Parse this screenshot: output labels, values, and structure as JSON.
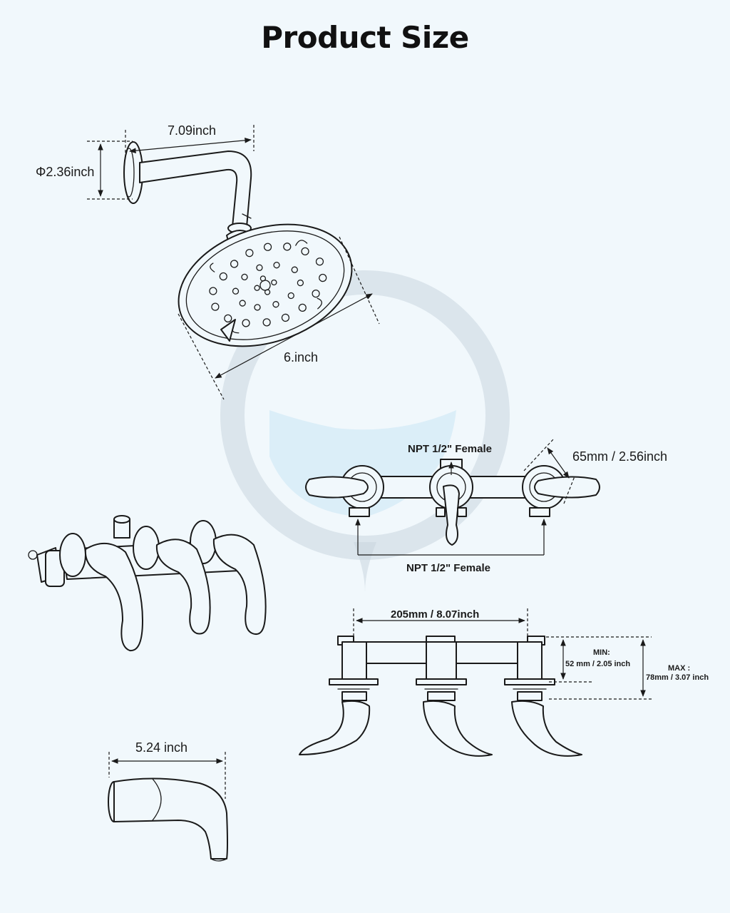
{
  "title": "Product Size",
  "shower_arm": {
    "length_label": "7.09inch",
    "flange_label": "Φ2.36inch"
  },
  "shower_head": {
    "diameter_label": "6.inch"
  },
  "valve_top": {
    "inlet_label": "NPT 1/2\" Female",
    "outlet_label": "NPT 1/2\" Female",
    "handle_label": "65mm / 2.56inch"
  },
  "valve_front": {
    "spacing_label": "205mm / 8.07inch",
    "min_label": "MIN:",
    "min_value": "52 mm / 2.05 inch",
    "max_label": "MAX :",
    "max_value": "78mm / 3.07 inch"
  },
  "spout": {
    "length_label": "5.24 inch"
  },
  "colors": {
    "background": "#f1f8fc",
    "line": "#1a1a1a",
    "watermark_ring": "#c9d6de",
    "watermark_drop": "#d2e9f6"
  }
}
